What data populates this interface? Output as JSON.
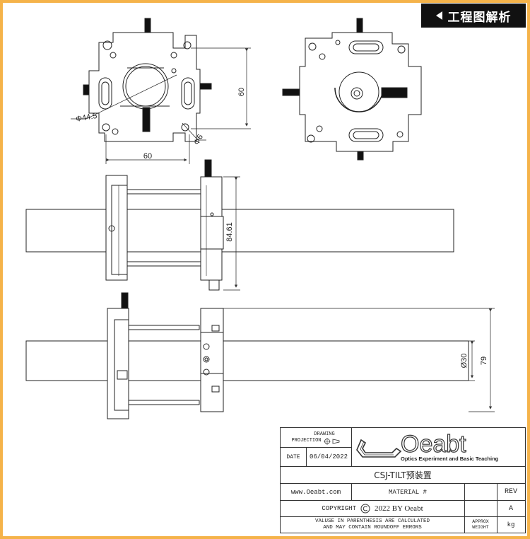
{
  "banner": {
    "label": "工程图解析"
  },
  "dimensions": {
    "top_left_height": "60",
    "top_left_width": "60",
    "bore_diameter": "Φ44.5",
    "hole_diameter": "Φ6",
    "side_height": "84.61",
    "rod_diameter": "Ø30",
    "overall_height": "79"
  },
  "title_block": {
    "projection_label_1": "DRAWING",
    "projection_label_2": "PROJECTION",
    "date_label": "DATE",
    "date_value": "06/04/2022",
    "logo_text": "Oeabt",
    "logo_subtitle": "Optics Experiment and Basic Teaching",
    "part_name": "CSJ-TILT预装置",
    "website": "www.Oeabt.com",
    "material_label": "MATERIAL #",
    "rev_label": "REV",
    "rev_value": "A",
    "copyright_label": "COPYRIGHT",
    "copyright_value": "2022 BY Oeabt",
    "note_line1": "VALUSE IN PARENTHESIS ARE CALCULATED",
    "note_line2": "AND MAY CONTAIN ROUNDOFF ERRORS",
    "approx_label": "APPROX",
    "weight_label": "WEIGHT",
    "weight_unit": "kg"
  }
}
